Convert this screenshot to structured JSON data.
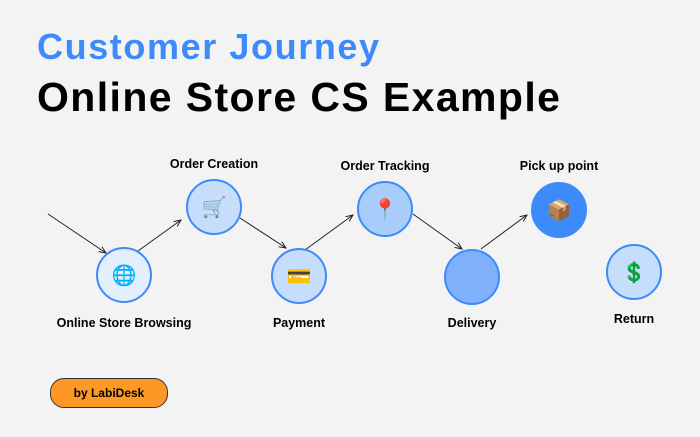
{
  "title": {
    "line1": "Customer Journey",
    "line2": "Online Store CS Example"
  },
  "colors": {
    "accent": "#3d8bfa",
    "badge": "#fd9826"
  },
  "steps": [
    {
      "label": "Online Store Browsing",
      "icon": "globe-icon",
      "glyph": "🌐",
      "fill": "#e3effd"
    },
    {
      "label": "Order Creation",
      "icon": "shopping-cart-icon",
      "glyph": "🛒",
      "fill": "#c6ddfb"
    },
    {
      "label": "Payment",
      "icon": "credit-card-icon",
      "glyph": "💳",
      "fill": "#c6ddfb"
    },
    {
      "label": "Order Tracking",
      "icon": "pushpin-icon",
      "glyph": "📍",
      "fill": "#a9cdfb"
    },
    {
      "label": "Delivery",
      "icon": "empty-icon",
      "glyph": "",
      "fill": "#7fb0fb"
    },
    {
      "label": "Pick up point",
      "icon": "package-icon",
      "glyph": "📦",
      "fill": "#3d8bfa"
    },
    {
      "label": "Return",
      "icon": "money-return-icon",
      "glyph": "💲",
      "fill": "#c6ddfb"
    }
  ],
  "badge": {
    "label": "by LabiDesk"
  }
}
